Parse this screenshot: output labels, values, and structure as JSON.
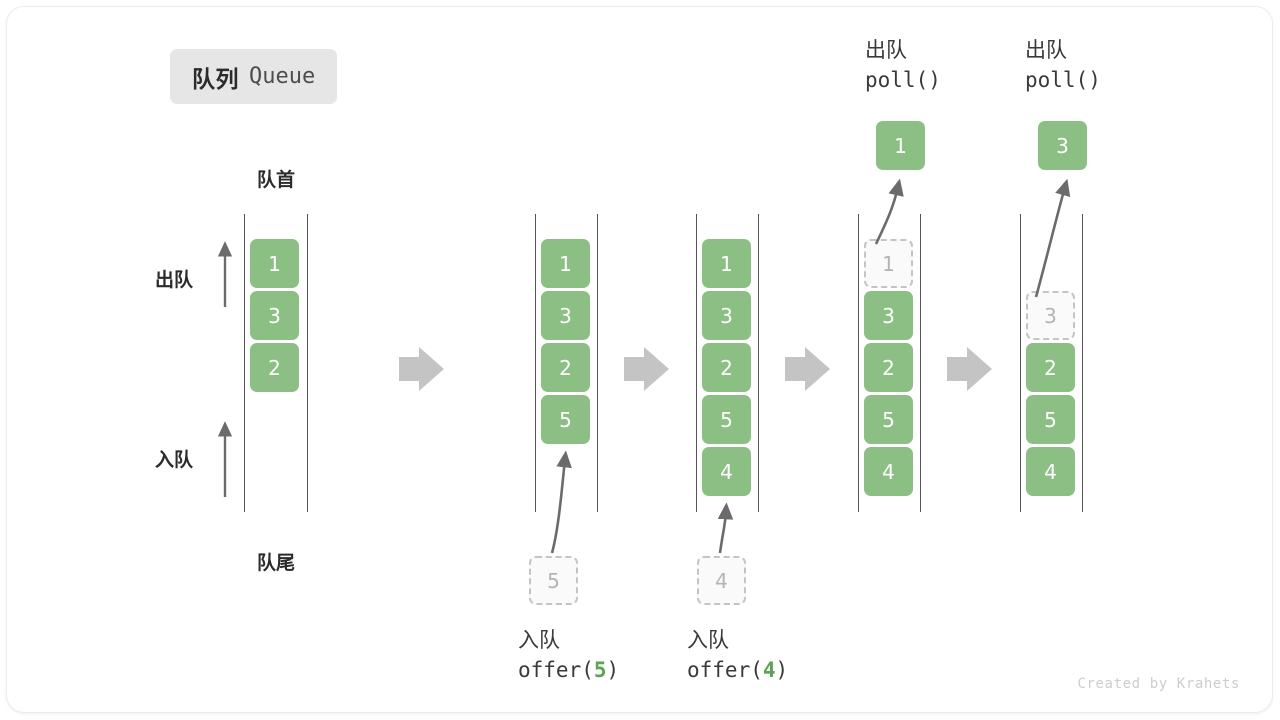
{
  "title": {
    "cn": "队列",
    "en": "Queue"
  },
  "labels": {
    "head": "队首",
    "tail": "队尾",
    "dequeue_side": "出队",
    "enqueue_side": "入队"
  },
  "credit": "Created by Krahets",
  "colors": {
    "element_fill": "#8cbf84",
    "element_text": "#ffffff",
    "ghost_fill": "#fafafa",
    "ghost_border": "#c4c4c4",
    "ghost_text": "#b4b4b4",
    "rail": "#555555",
    "arrow": "#6b6b6b",
    "transition_arrow": "#c4c4c4",
    "badge_bg": "#e6e6e6",
    "accent_green": "#5aa351",
    "text": "#2b2b2b"
  },
  "columns": [
    {
      "id": "initial",
      "slots": [
        {
          "value": "1",
          "state": "filled"
        },
        {
          "value": "3",
          "state": "filled"
        },
        {
          "value": "2",
          "state": "filled"
        }
      ],
      "popped": null,
      "operation": null
    },
    {
      "id": "after-offer-5",
      "slots": [
        {
          "value": "1",
          "state": "filled"
        },
        {
          "value": "3",
          "state": "filled"
        },
        {
          "value": "2",
          "state": "filled"
        },
        {
          "value": "5",
          "state": "filled"
        }
      ],
      "incoming": {
        "value": "5",
        "state": "ghost"
      },
      "operation": {
        "cn": "入队",
        "call_prefix": "offer(",
        "arg": "5",
        "call_suffix": ")"
      }
    },
    {
      "id": "after-offer-4",
      "slots": [
        {
          "value": "1",
          "state": "filled"
        },
        {
          "value": "3",
          "state": "filled"
        },
        {
          "value": "2",
          "state": "filled"
        },
        {
          "value": "5",
          "state": "filled"
        },
        {
          "value": "4",
          "state": "filled"
        }
      ],
      "incoming": {
        "value": "4",
        "state": "ghost"
      },
      "operation": {
        "cn": "入队",
        "call_prefix": "offer(",
        "arg": "4",
        "call_suffix": ")"
      }
    },
    {
      "id": "after-poll-1",
      "slots": [
        {
          "value": "1",
          "state": "ghost"
        },
        {
          "value": "3",
          "state": "filled"
        },
        {
          "value": "2",
          "state": "filled"
        },
        {
          "value": "5",
          "state": "filled"
        },
        {
          "value": "4",
          "state": "filled"
        }
      ],
      "popped": {
        "value": "1"
      },
      "operation": {
        "cn": "出队",
        "call_prefix": "poll(",
        "arg": "",
        "call_suffix": ")"
      }
    },
    {
      "id": "after-poll-3",
      "slots": [
        {
          "value": "",
          "state": "empty"
        },
        {
          "value": "3",
          "state": "ghost"
        },
        {
          "value": "2",
          "state": "filled"
        },
        {
          "value": "5",
          "state": "filled"
        },
        {
          "value": "4",
          "state": "filled"
        }
      ],
      "popped": {
        "value": "3"
      },
      "operation": {
        "cn": "出队",
        "call_prefix": "poll(",
        "arg": "",
        "call_suffix": ")"
      }
    }
  ]
}
